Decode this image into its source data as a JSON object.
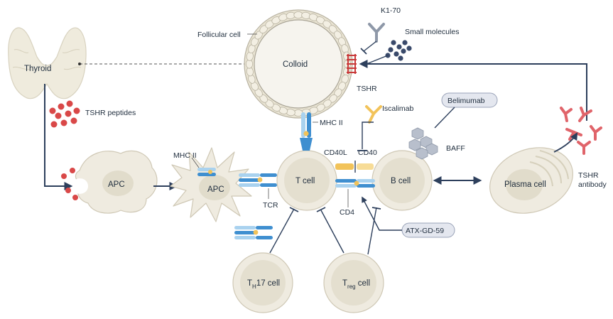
{
  "labels": {
    "thyroid": "Thyroid",
    "follicular_cell": "Follicular cell",
    "colloid": "Colloid",
    "tshr": "TSHR",
    "k170": "K1-70",
    "small_molecules": "Small molecules",
    "tshr_peptides": "TSHR peptides",
    "apc_1": "APC",
    "apc_2": "APC",
    "mhc_ii_left": "MHC II",
    "mhc_ii_top": "MHC II",
    "tcr": "TCR",
    "t_cell": "T cell",
    "b_cell": "B cell",
    "cd40l": "CD40L",
    "cd40": "CD40",
    "cd4": "CD4",
    "iscalimab": "Iscalimab",
    "belimumab": "Belimumab",
    "baff": "BAFF",
    "atx": "ATX-GD-59",
    "plasma_cell": "Plasma cell",
    "tshr_antibody_1": "TSHR",
    "tshr_antibody_2": "antibody",
    "th17_main": "T",
    "th17_sub": "H",
    "th17_rest": "17 cell",
    "treg_main": "T",
    "treg_sub": "reg",
    "treg_rest": " cell"
  },
  "colors": {
    "cell_fill": "#efebe0",
    "cell_nucleus": "#e1dccb",
    "arrow": "#2d3f5c",
    "receptor_blue": "#3f8fd0",
    "receptor_light": "#a9d2ef",
    "antigen_yellow": "#f2c35a",
    "peptide_red": "#d94848",
    "antibody_red": "#e0646a",
    "pill_fill": "#e4e7ef"
  }
}
